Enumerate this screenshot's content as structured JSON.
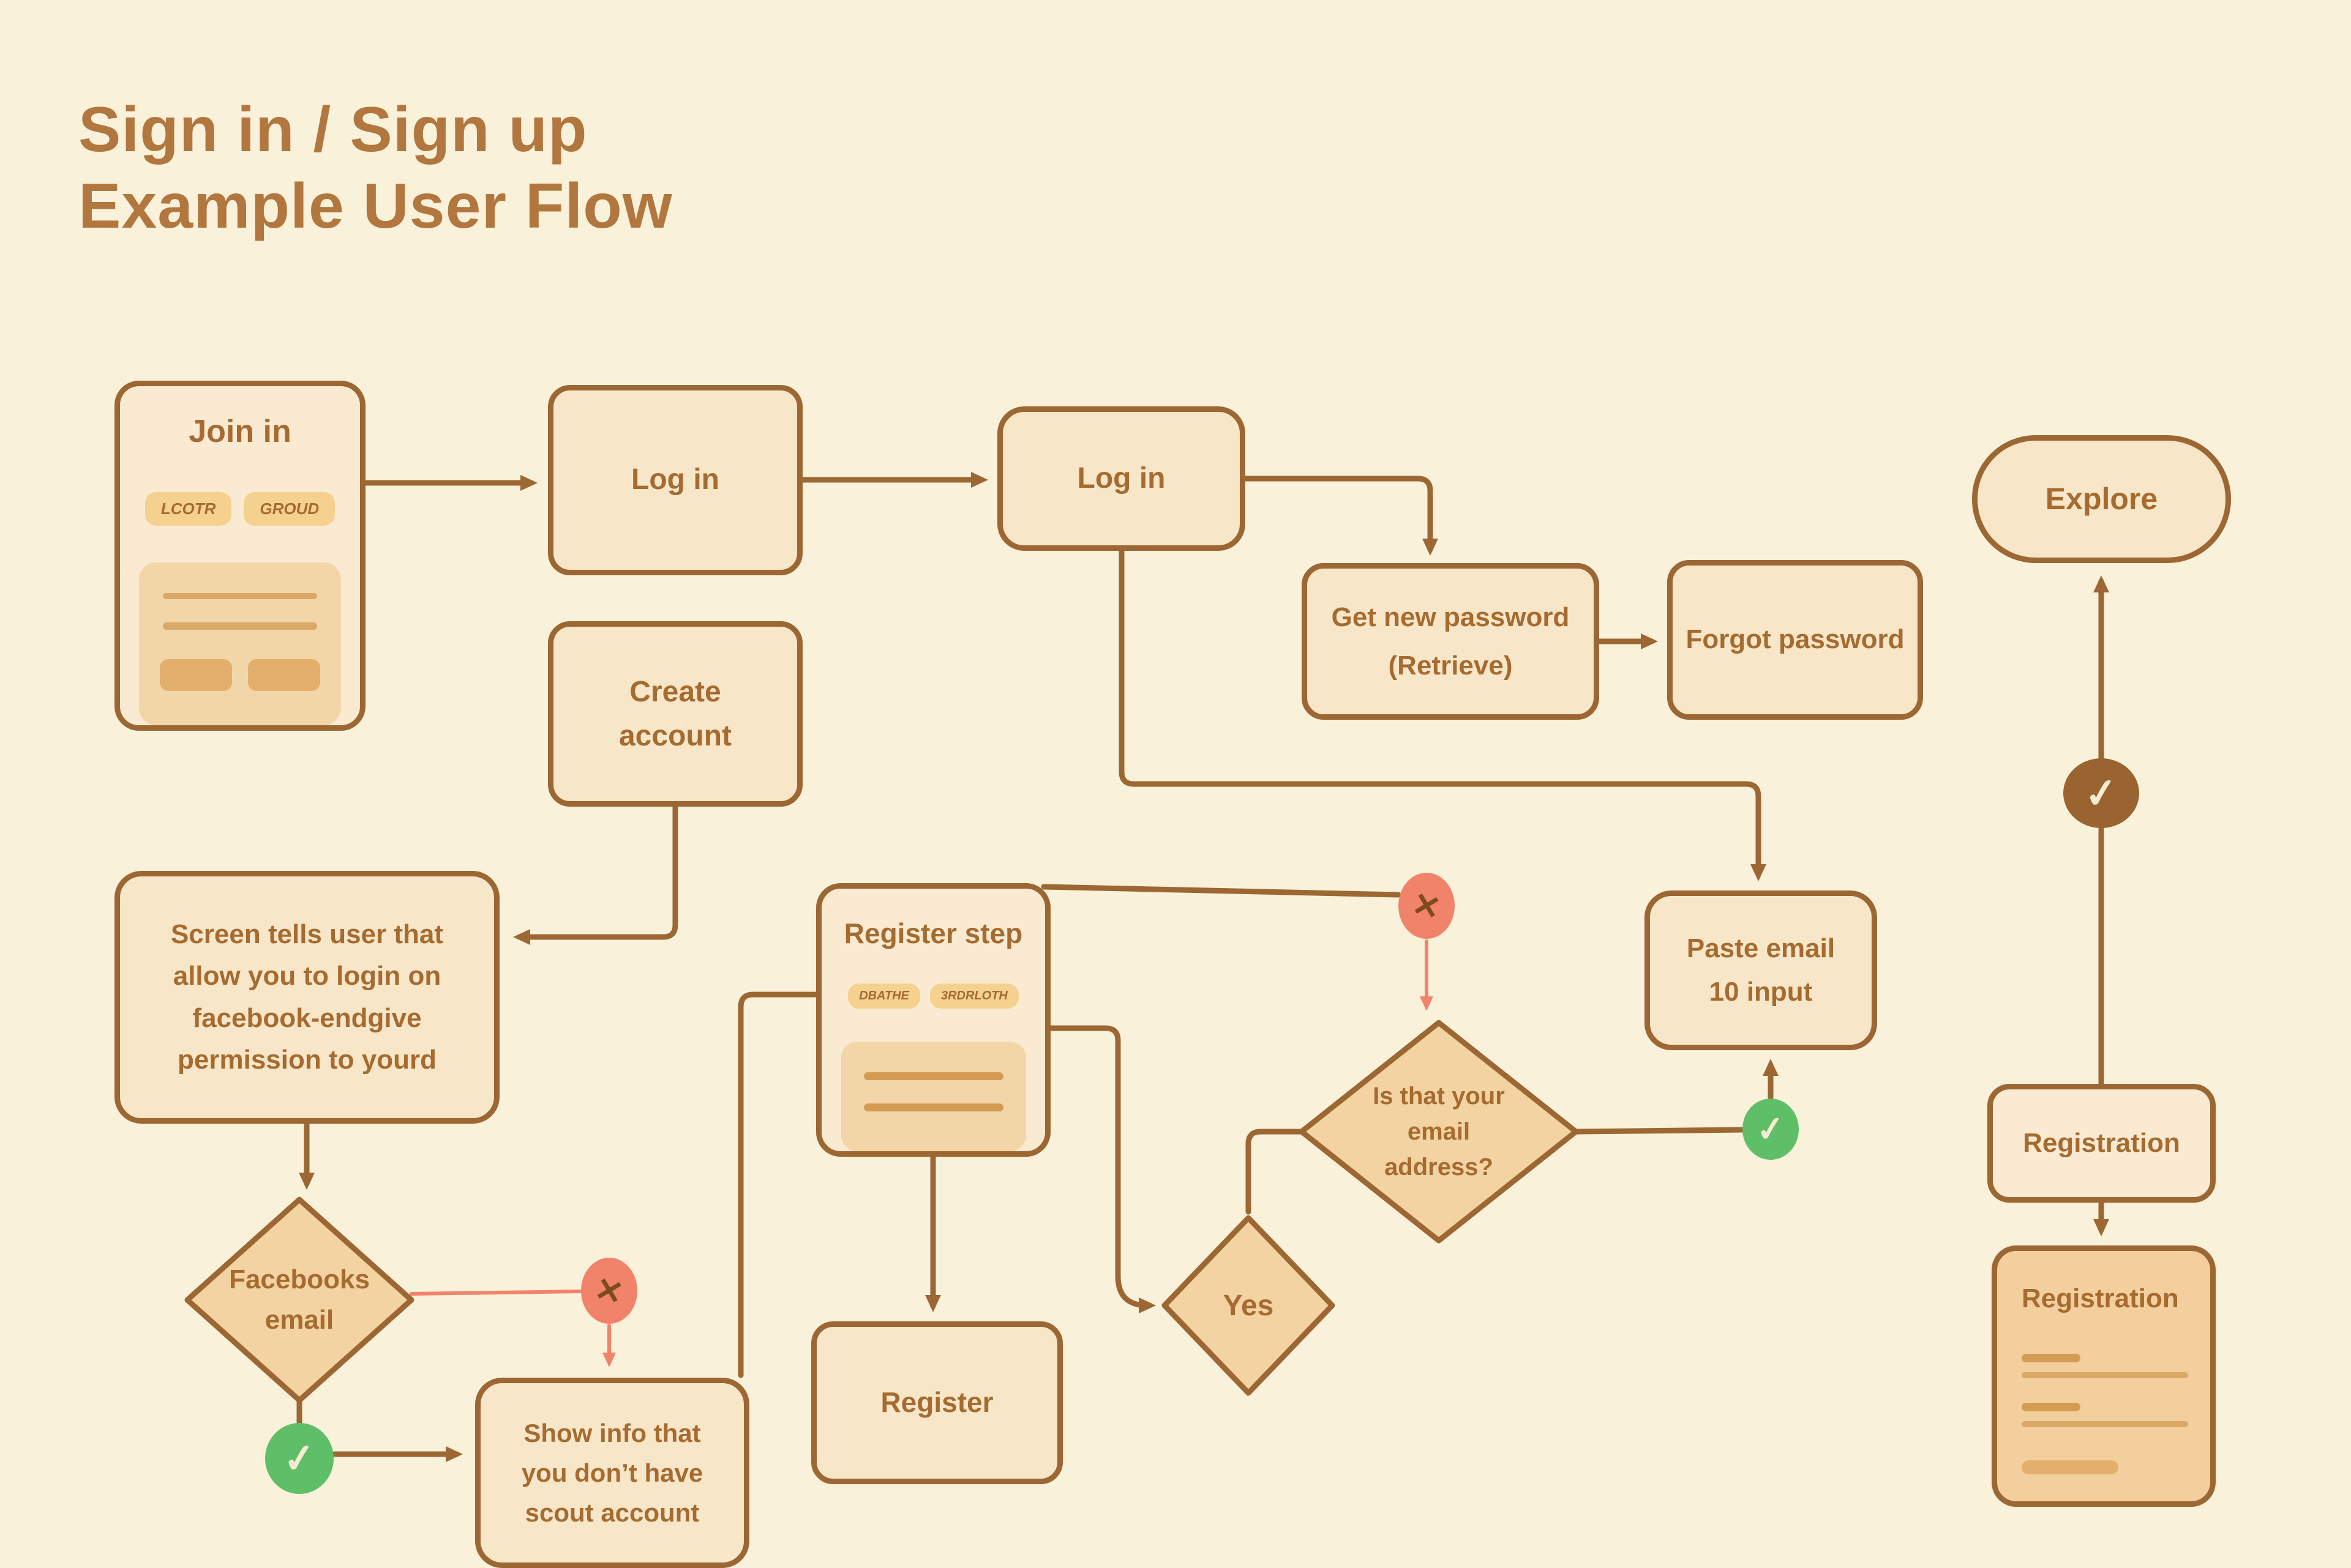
{
  "title": "Sign in / Sign up Example User Flow",
  "colors": {
    "bg": "#F9F1DA",
    "line": "#9C6733",
    "text": "#A56B30",
    "title-color": "#B1773E",
    "node-fill": "#F8E6C8",
    "node-fill-light": "#F9EAD1",
    "node-fill-deep": "#F4CF9E",
    "diamond-fill": "#F3D3A1",
    "card": "#F3D6A7",
    "pill": "#F5D18F",
    "mock-line": "#D9A967",
    "mock-strong": "#D49C52",
    "mock-btn": "#E2B06C",
    "salmon": "#F2836B",
    "green": "#5FBE68",
    "dark-dot": "#9A6430",
    "check-cream": "#F6ECD4"
  },
  "nodes": {
    "join_in": {
      "label": "Join in",
      "badges": [
        "LCOTR",
        "GROUD"
      ]
    },
    "login1": {
      "label": "Log in"
    },
    "login2": {
      "label": "Log in"
    },
    "get_new_password": {
      "label": "Get new password (Retrieve)"
    },
    "forgot_password": {
      "label": "Forgot password"
    },
    "explore": {
      "label": "Explore"
    },
    "create_account": {
      "label": "Create account"
    },
    "screen_note": {
      "label": "Screen tells user that allow you to login on facebook-endgive permission to yourd"
    },
    "register_step": {
      "label": "Register step",
      "badges": [
        "DBATHE",
        "3RDRLOTH"
      ]
    },
    "paste_email": {
      "label": "Paste email 10 input"
    },
    "register": {
      "label": "Register"
    },
    "show_info": {
      "label": "Show info that you don’t have scout account"
    },
    "registration_top": {
      "label": "Registration"
    },
    "registration_form": {
      "label": "Registration"
    },
    "facebooks_email": {
      "label": "Facebooks email"
    },
    "yes": {
      "label": "Yes"
    },
    "is_that_email": {
      "label": "Is that your email address?"
    }
  },
  "icons": {
    "x": "✕",
    "check": "✓"
  }
}
